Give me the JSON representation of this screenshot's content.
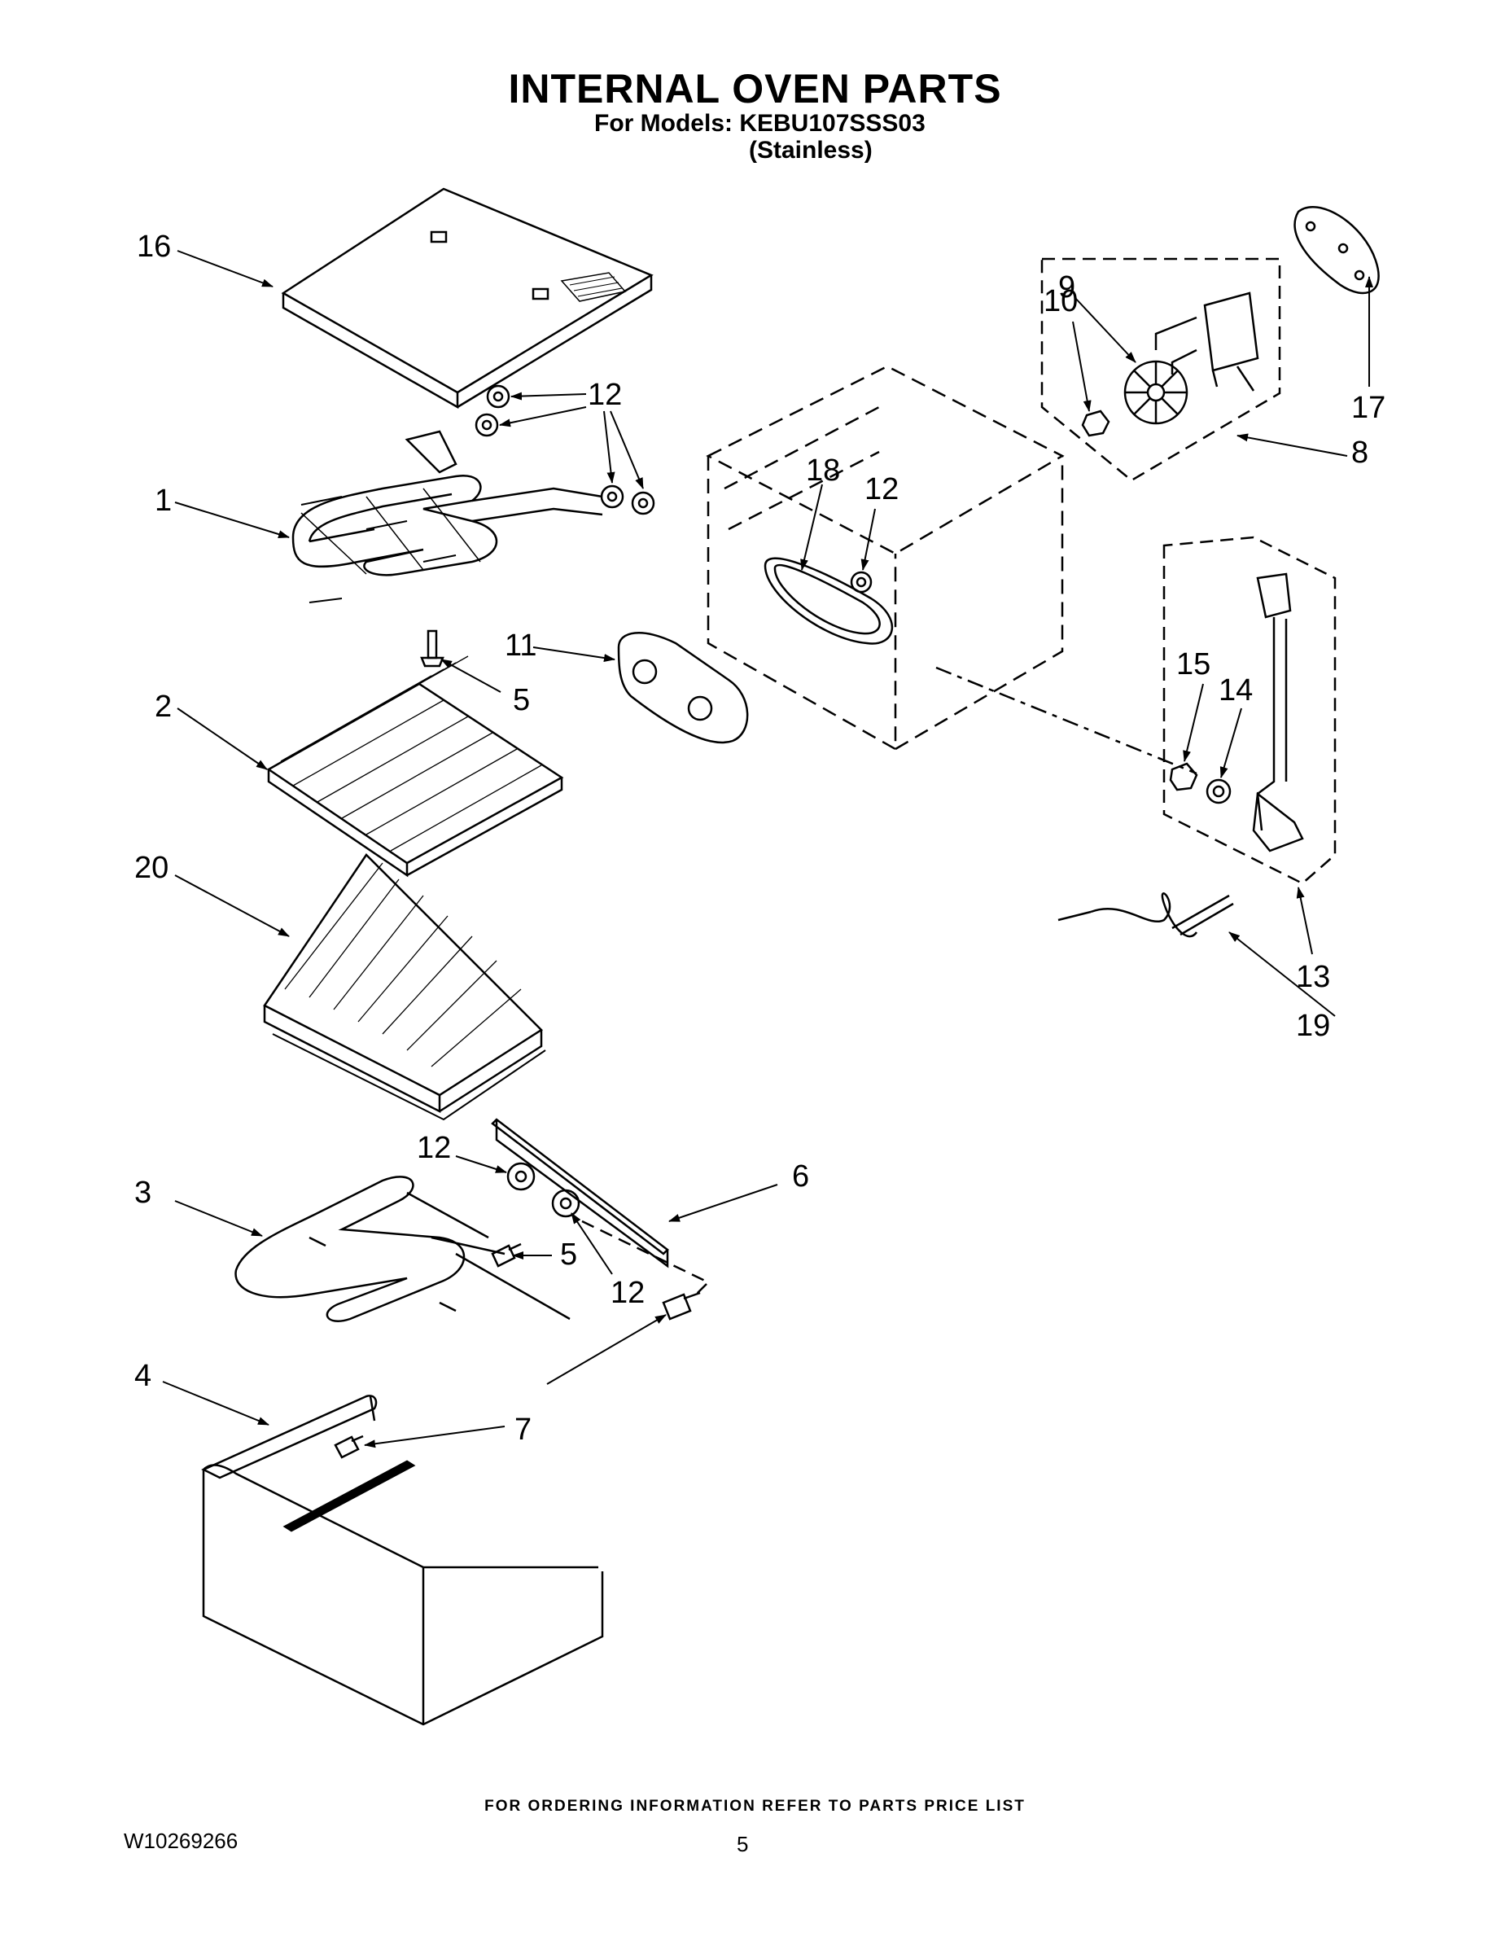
{
  "header": {
    "title": "INTERNAL OVEN PARTS",
    "models_line": "For Models: KEBU107SSS03",
    "finish": "(Stainless)"
  },
  "callouts": [
    {
      "id": "c16a",
      "label": "16"
    },
    {
      "id": "c12a",
      "label": "12"
    },
    {
      "id": "c1",
      "label": "1"
    },
    {
      "id": "c5a",
      "label": "5"
    },
    {
      "id": "c2",
      "label": "2"
    },
    {
      "id": "c20",
      "label": "20"
    },
    {
      "id": "c11",
      "label": "11"
    },
    {
      "id": "c18",
      "label": "18"
    },
    {
      "id": "c12b",
      "label": "12"
    },
    {
      "id": "c9",
      "label": "9"
    },
    {
      "id": "c10",
      "label": "10"
    },
    {
      "id": "c17",
      "label": "17"
    },
    {
      "id": "c8",
      "label": "8"
    },
    {
      "id": "c15",
      "label": "15"
    },
    {
      "id": "c14",
      "label": "14"
    },
    {
      "id": "c13",
      "label": "13"
    },
    {
      "id": "c19",
      "label": "19"
    },
    {
      "id": "c12c",
      "label": "12"
    },
    {
      "id": "c3",
      "label": "3"
    },
    {
      "id": "c6",
      "label": "6"
    },
    {
      "id": "c5b",
      "label": "5"
    },
    {
      "id": "c12d",
      "label": "12"
    },
    {
      "id": "c4",
      "label": "4"
    },
    {
      "id": "c7",
      "label": "7"
    }
  ],
  "footer": {
    "ordering_note": "FOR ORDERING INFORMATION REFER TO PARTS PRICE LIST",
    "document_number": "W10269266",
    "page_number": "5"
  }
}
